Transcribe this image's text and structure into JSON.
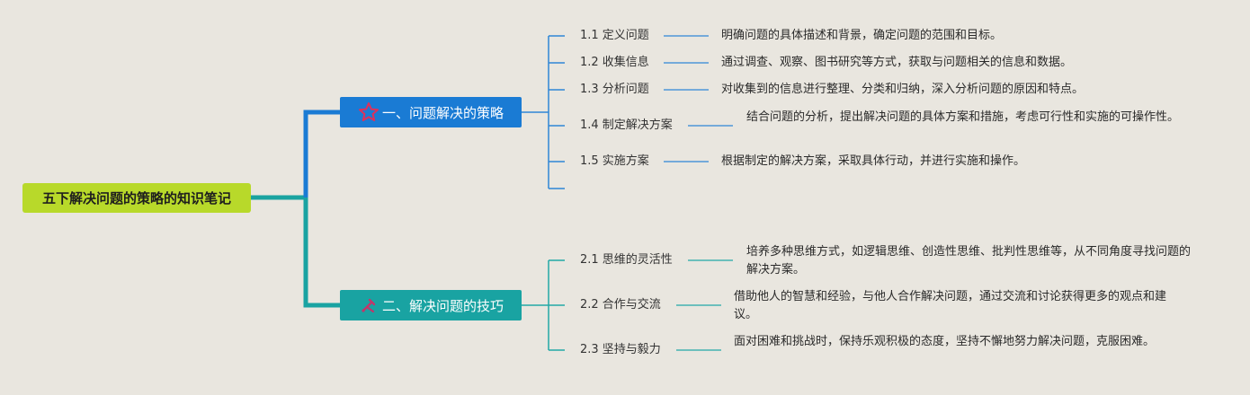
{
  "colors": {
    "background": "#e9e6df",
    "root_fill": "#b8d92a",
    "branch1_fill": "#1a7bd4",
    "branch2_fill": "#19a3a2",
    "branch1_line": "#2f86d6",
    "branch2_line": "#22a8a6",
    "root_line": "#1aa3a0",
    "star_icon": "#e0305a",
    "tools_icon": "#c2366a"
  },
  "root": {
    "label": "五下解决问题的策略的知识笔记"
  },
  "branches": [
    {
      "label": "一、问题解决的策略",
      "icon": "star-icon",
      "children": [
        {
          "label": "1.1 定义问题",
          "desc": "明确问题的具体描述和背景，确定问题的范围和目标。"
        },
        {
          "label": "1.2 收集信息",
          "desc": "通过调查、观察、图书研究等方式，获取与问题相关的信息和数据。"
        },
        {
          "label": "1.3 分析问题",
          "desc": "对收集到的信息进行整理、分类和归纳，深入分析问题的原因和特点。"
        },
        {
          "label": "1.4 制定解决方案",
          "desc": "结合问题的分析，提出解决问题的具体方案和措施，考虑可行性和实施的可操作性。"
        },
        {
          "label": "1.5 实施方案",
          "desc": "根据制定的解决方案，采取具体行动，并进行实施和操作。"
        }
      ]
    },
    {
      "label": "二、解决问题的技巧",
      "icon": "tools-icon",
      "children": [
        {
          "label": "2.1 思维的灵活性",
          "desc": "培养多种思维方式，如逻辑思维、创造性思维、批判性思维等，从不同角度寻找问题的解决方案。"
        },
        {
          "label": "2.2 合作与交流",
          "desc": "借助他人的智慧和经验，与他人合作解决问题，通过交流和讨论获得更多的观点和建议。"
        },
        {
          "label": "2.3 坚持与毅力",
          "desc": "面对困难和挑战时，保持乐观积极的态度，坚持不懈地努力解决问题，克服困难。"
        }
      ]
    }
  ]
}
